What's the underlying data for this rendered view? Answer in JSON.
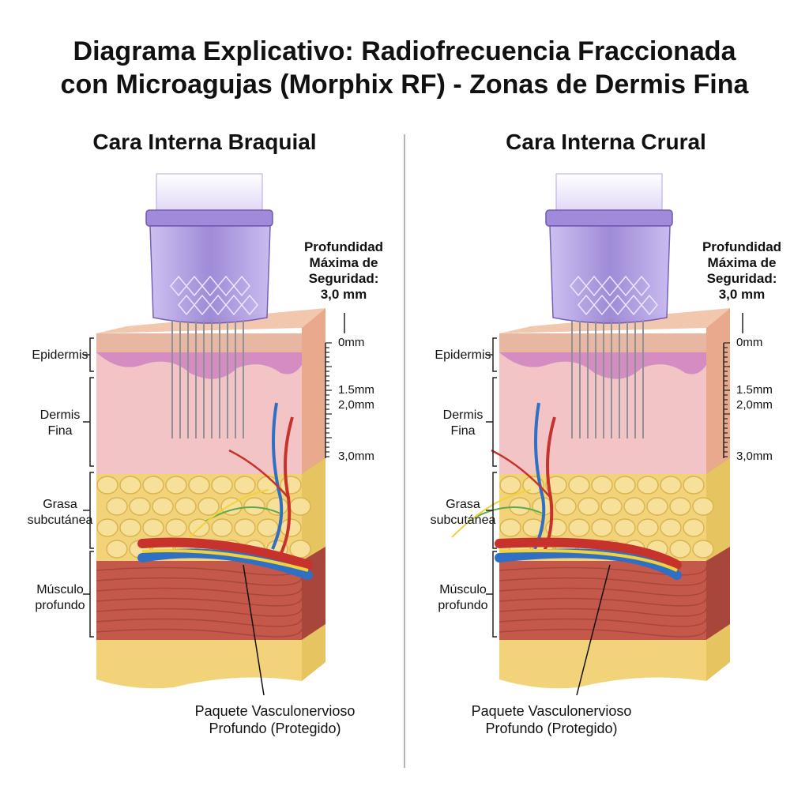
{
  "title": {
    "line1": "Diagrama Explicativo: Radiofrecuencia Fraccionada",
    "line2": "con Microagujas (Morphix RF) - Zonas de Dermis Fina"
  },
  "panels": [
    {
      "heading": "Cara Interna Braquial",
      "depth_heading": [
        "Profundidad",
        "Máxima de",
        "Seguridad:",
        "3,0 mm"
      ],
      "scale_labels": [
        "0mm",
        "1.5mm",
        "2,0mm",
        "3,0mm"
      ],
      "layers": {
        "epidermis": [
          "Epidermis"
        ],
        "dermis": [
          "Dermis",
          "Fina"
        ],
        "fat": [
          "Grasa",
          "subcutánea"
        ],
        "muscle": [
          "Músculo",
          "profundo"
        ]
      },
      "bundle_label": [
        "Paquete Vasculonervioso",
        "Profundo (Protegido)"
      ]
    },
    {
      "heading": "Cara Interna Crural",
      "depth_heading": [
        "Profundidad",
        "Máxima de",
        "Seguridad:",
        "3,0 mm"
      ],
      "scale_labels": [
        "0mm",
        "1.5mm",
        "2,0mm",
        "3,0mm"
      ],
      "layers": {
        "epidermis": [
          "Epidermis"
        ],
        "dermis": [
          "Dermis",
          "Fina"
        ],
        "fat": [
          "Grasa",
          "subcutánea"
        ],
        "muscle": [
          "Músculo",
          "profundo"
        ]
      },
      "bundle_label": [
        "Paquete Vasculonervioso",
        "Profundo (Protegido)"
      ]
    }
  ],
  "colors": {
    "epidermis": "#e8b7a2",
    "dermis": "#f3c4c6",
    "papillary": "#d58cc0",
    "fat": "#f2d37a",
    "muscle": "#c4584b",
    "device": "#9b85d6",
    "artery": "#c8322d",
    "vein": "#2f6fc4",
    "nerve": "#f0d23a"
  }
}
